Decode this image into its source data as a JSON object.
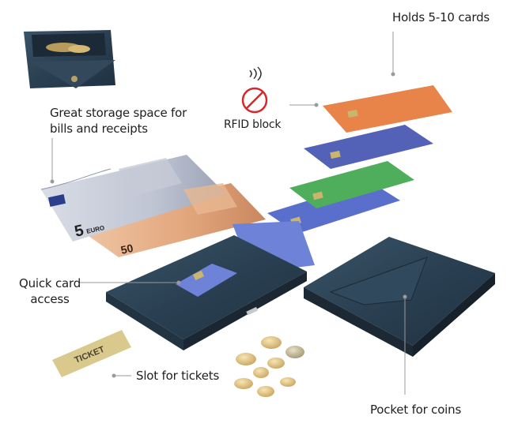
{
  "labels": {
    "holds_cards": "Holds 5-10 cards",
    "storage_line1": "Great storage space for",
    "storage_line2": "bills and receipts",
    "rfid": "RFID block",
    "quick_line1": "Quick card",
    "quick_line2": "access",
    "tickets": "Slot for tickets",
    "coins": "Pocket for coins"
  },
  "artwork": {
    "banknote_5_value": "5",
    "banknote_50_value": "50",
    "banknote_currency": "EURO",
    "ticket_text": "TICKET"
  },
  "colors": {
    "wallet": "#2b4152",
    "card_orange": "#e8844a",
    "card_blue": "#5361b6",
    "card_green": "#4fae5c",
    "card_lightblue": "#6e82d8",
    "rfid_red": "#d8262c",
    "leader_line": "#9a9a9a"
  },
  "icons": [
    "rfid-block-icon"
  ]
}
